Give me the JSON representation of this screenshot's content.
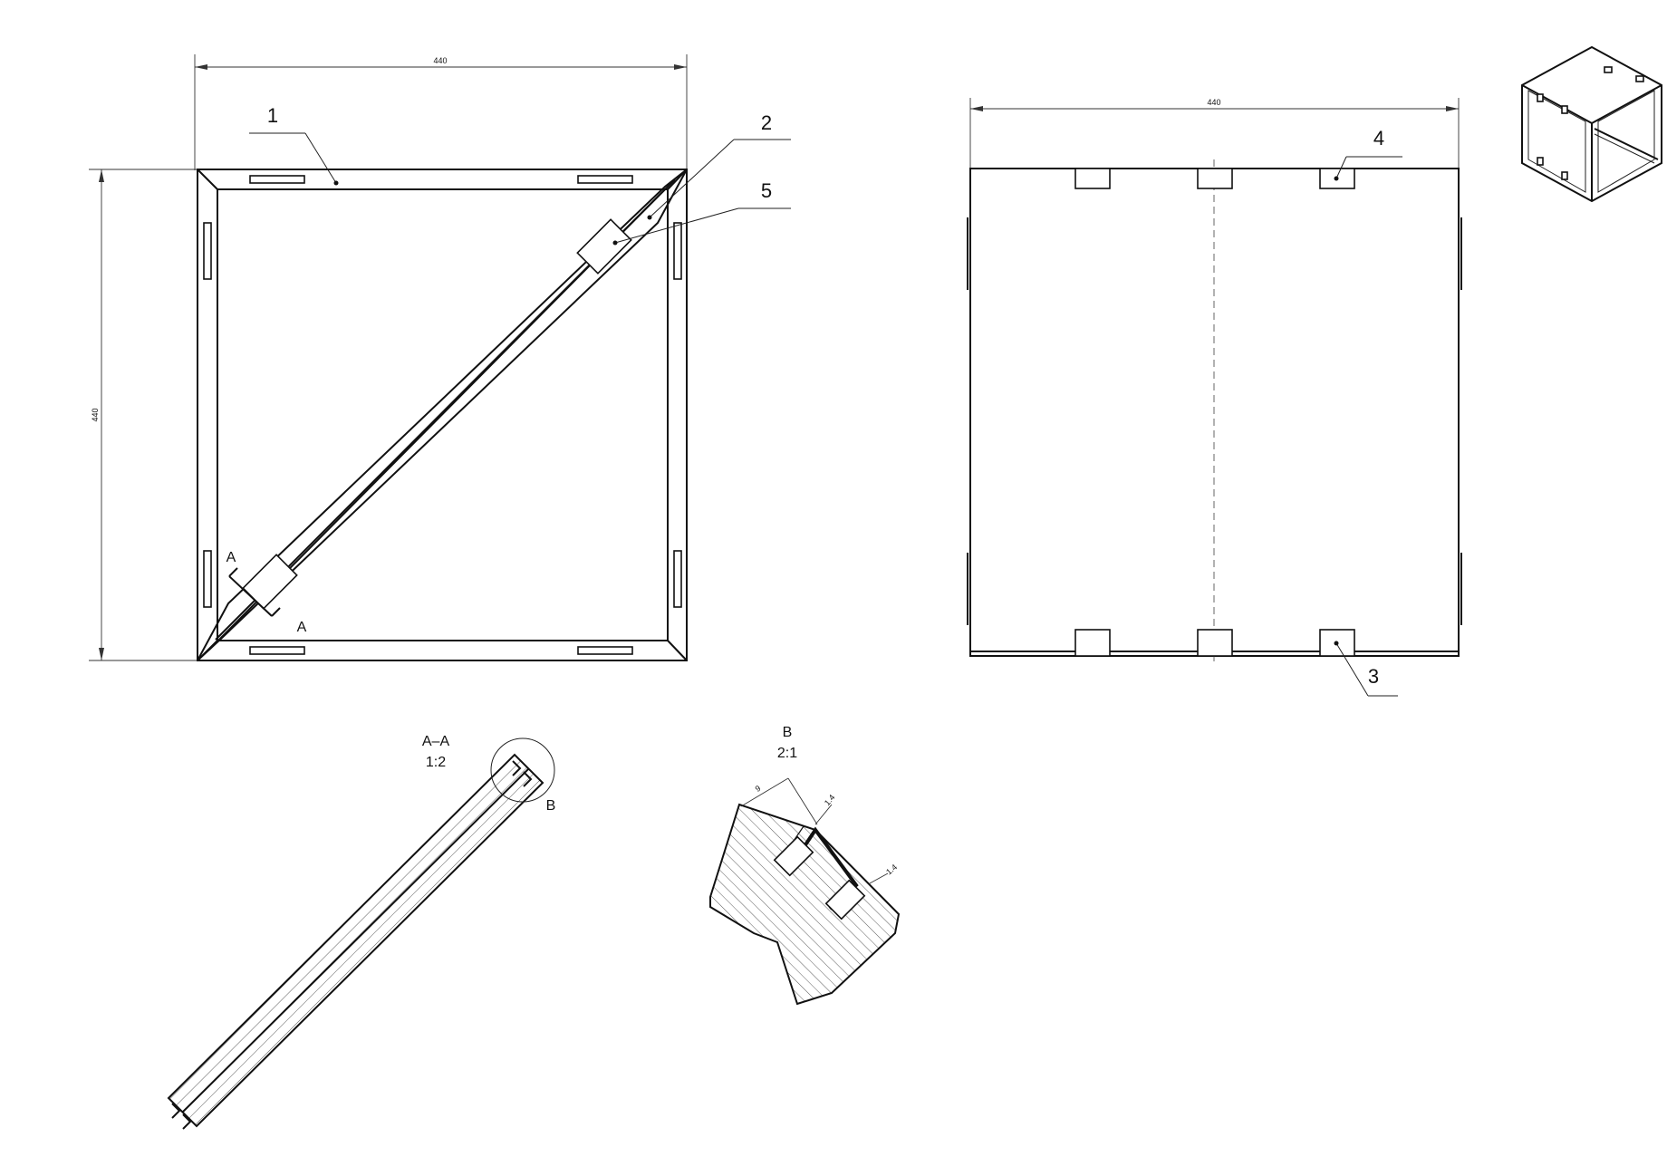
{
  "dimensions": {
    "front_width": "440",
    "front_height": "440",
    "side_width": "440"
  },
  "callouts": {
    "frame": "1",
    "diagonal_brace": "2",
    "bottom_tab": "3",
    "top_tab": "4",
    "clip": "5"
  },
  "section_markers": {
    "cut_start": "A",
    "cut_end": "A"
  },
  "section_view": {
    "title": "A–A",
    "scale": "1:2",
    "detail_ref": "B"
  },
  "detail_view": {
    "title": "B",
    "scale": "2:1",
    "dim_depth": "9",
    "dim_thick_1": "1.4",
    "dim_thick_2": "1.4"
  }
}
